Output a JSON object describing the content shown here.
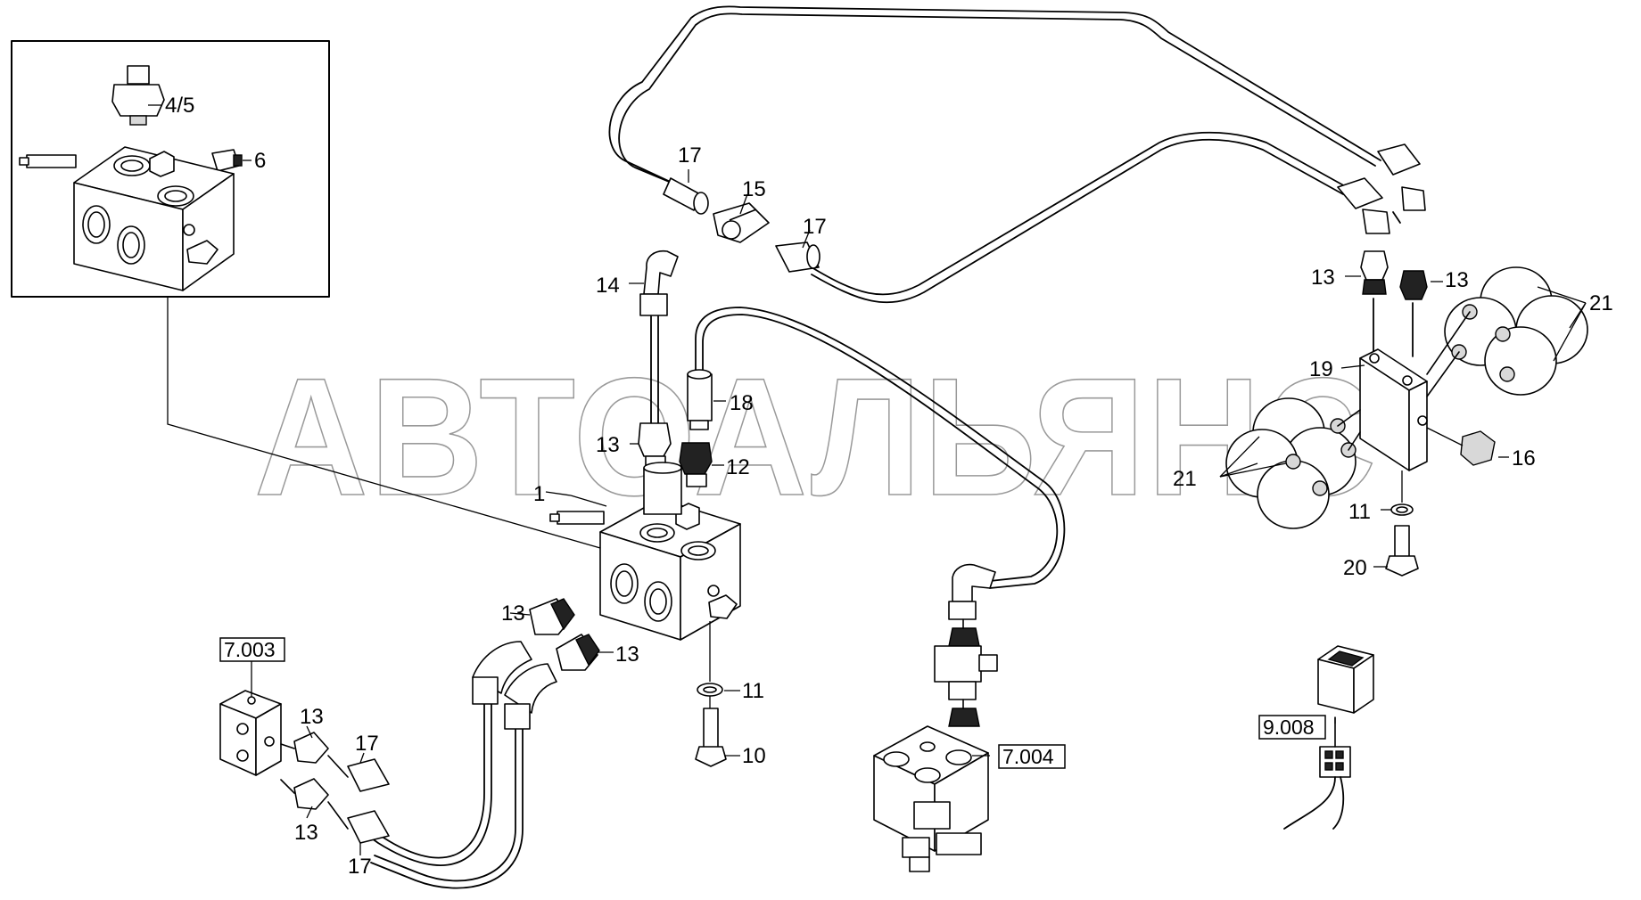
{
  "watermark": "АВТОАЛЬЯНС",
  "labels": {
    "l_1": "1",
    "l_4_5": "4/5",
    "l_6": "6",
    "l_10": "10",
    "l_11_a": "11",
    "l_11_b": "11",
    "l_12": "12",
    "l_13_a": "13",
    "l_13_b": "13",
    "l_13_c": "13",
    "l_13_d": "13",
    "l_13_e": "13",
    "l_13_f": "13",
    "l_13_g": "13",
    "l_14": "14",
    "l_15": "15",
    "l_16": "16",
    "l_17_a": "17",
    "l_17_b": "17",
    "l_17_c": "17",
    "l_17_d": "17",
    "l_18": "18",
    "l_19": "19",
    "l_20": "20",
    "l_21_a": "21",
    "l_21_b": "21"
  },
  "references": {
    "ref_7_003": "7.003",
    "ref_7_004": "7.004",
    "ref_9_008": "9.008"
  }
}
